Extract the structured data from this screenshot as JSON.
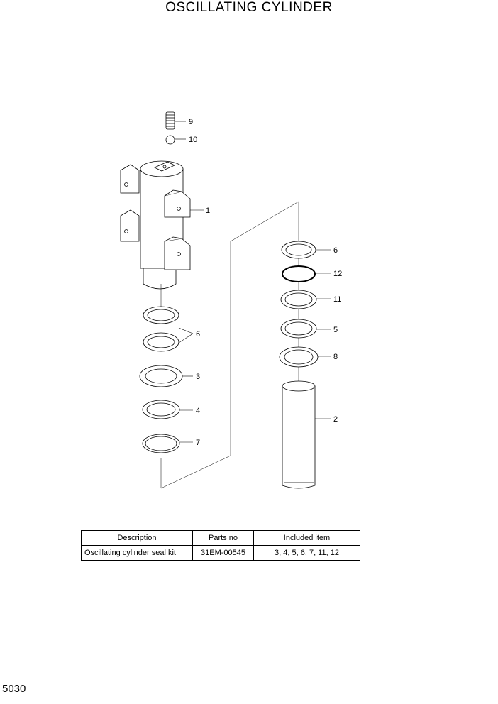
{
  "title": "OSCILLATING CYLINDER",
  "page_number": "5030",
  "callouts": {
    "c1": "1",
    "c2": "2",
    "c3": "3",
    "c4": "4",
    "c5": "5",
    "c6a": "6",
    "c6b": "6",
    "c7": "7",
    "c8": "8",
    "c9": "9",
    "c10": "10",
    "c11": "11",
    "c12": "12"
  },
  "table": {
    "headers": [
      "Description",
      "Parts no",
      "Included item"
    ],
    "rows": [
      [
        "Oscillating cylinder seal kit",
        "31EM-00545",
        "3, 4, 5, 6, 7, 11, 12"
      ]
    ]
  }
}
